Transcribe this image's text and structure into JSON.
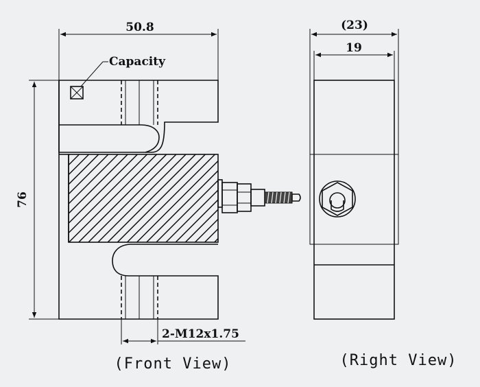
{
  "front_view": {
    "width_dim": "50.8",
    "height_dim": "76",
    "capacity_label": "Capacity",
    "thread_dim": "2-M12x1.75",
    "caption": "(Front View)"
  },
  "right_view": {
    "overall_dim": "(23)",
    "body_dim": "19",
    "caption": "(Right View)"
  }
}
